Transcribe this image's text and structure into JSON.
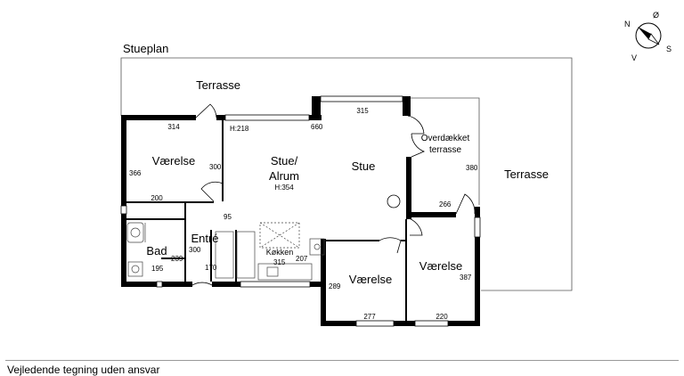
{
  "plan": {
    "title": "Stueplan",
    "footer": "Vejledende tegning uden ansvar",
    "compass": [
      "N",
      "Ø",
      "S",
      "V"
    ],
    "rooms": {
      "terrasse_top": "Terrasse",
      "terrasse_right": "Terrasse",
      "vaerelse_left": "Værelse",
      "stue_alrum_1": "Stue/",
      "stue_alrum_2": "Alrum",
      "stue_alrum_height": "H:354",
      "stue": "Stue",
      "overdaekket_1": "Overdækket",
      "overdaekket_2": "terrasse",
      "bad": "Bad",
      "entre": "Entré",
      "koekken": "Køkken",
      "vaerelse_mid": "Værelse",
      "vaerelse_right": "Værelse"
    },
    "dimensions": {
      "d314": "314",
      "d366": "366",
      "d300a": "300",
      "d200": "200",
      "h218": "H:218",
      "d660": "660",
      "d315top": "315",
      "d380": "380",
      "d266": "266",
      "d95": "95",
      "d300b": "300",
      "d239": "239",
      "d195": "195",
      "d170": "170",
      "d315kit": "315",
      "d207": "207",
      "d289": "289",
      "d277": "277",
      "d387": "387",
      "d220": "220"
    }
  }
}
